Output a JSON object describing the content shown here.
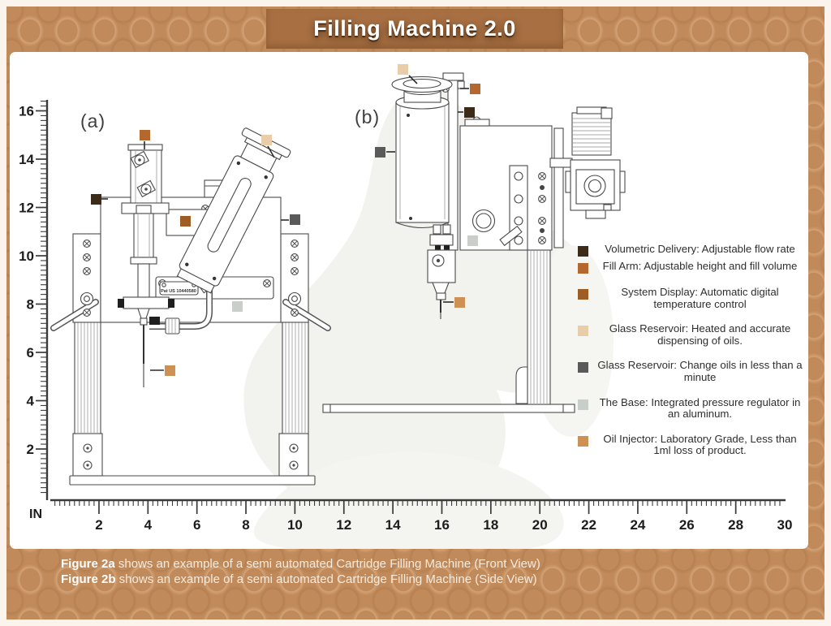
{
  "page": {
    "title_banner": "Filling Machine 2.0"
  },
  "figure": {
    "view_a_label": "(a)",
    "view_b_label": "(b)",
    "patent_text": "Pat US 10440580"
  },
  "legend": {
    "items": [
      {
        "label": "Volumetric Delivery: Adjustable flow rate",
        "color": "#3b2b18",
        "textured": true
      },
      {
        "label": "Fill Arm: Adjustable height and fill volume",
        "color": "#b4682e",
        "textured": false
      },
      {
        "label": "System Display: Automatic digital temperature control",
        "color": "#9d5d24",
        "textured": false
      },
      {
        "label": "Glass Reservoir: Heated and accurate dispensing of oils.",
        "color": "#e9cda9",
        "textured": true
      },
      {
        "label": "Glass Reservoir: Change oils in less than a minute",
        "color": "#5a5a5a",
        "textured": false
      },
      {
        "label": "The Base: Integrated pressure regulator in an aluminum.",
        "color": "#c9cecb",
        "textured": true
      },
      {
        "label": "Oil Injector: Laboratory Grade, Less than 1ml loss of product.",
        "color": "#cd9154",
        "textured": true
      }
    ]
  },
  "axes": {
    "x": {
      "unit": "IN",
      "tick_labels": [
        "2",
        "4",
        "6",
        "8",
        "10",
        "12",
        "14",
        "16",
        "18",
        "20",
        "22",
        "24",
        "26",
        "28",
        "30"
      ],
      "min_in": 0,
      "max_in": 30,
      "minor_step_in": 0.2,
      "major_step_in": 2
    },
    "y": {
      "tick_labels": [
        "2",
        "4",
        "6",
        "8",
        "10",
        "12",
        "14",
        "16"
      ],
      "min_in": 0,
      "max_in": 16,
      "minor_step_in": 0.2,
      "major_step_in": 2
    }
  },
  "captions": [
    {
      "bold": "Figure 2a",
      "rest": " shows an example of a semi automated Cartridge Filling Machine (Front View)"
    },
    {
      "bold": "Figure 2b",
      "rest": " shows an example of a semi automated Cartridge Filling Machine (Side View)"
    }
  ],
  "colors": {
    "background": "#c18a5a",
    "banner": "#a76f42",
    "panel": "#ffffff",
    "ink": "#4a4a4a"
  }
}
